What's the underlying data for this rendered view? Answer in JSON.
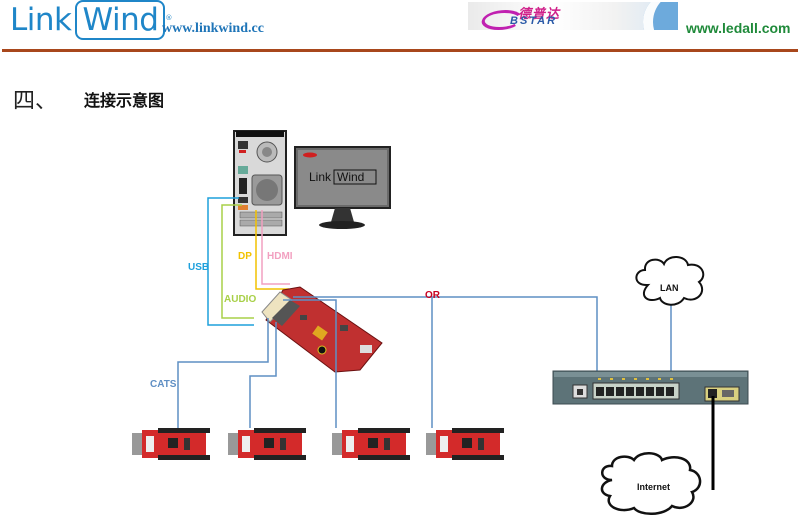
{
  "header": {
    "linkwind_logo": {
      "part1": "Link",
      "part2": "Wind",
      "registered": "®"
    },
    "linkwind_url": "www.linkwind.cc",
    "bstar_logo": {
      "chinese": "德普达",
      "english": "BSTAR"
    },
    "ledall_url": "www.ledall.com",
    "colors": {
      "linkwind_blue": "#1f86c8",
      "ledall_green": "#1f8a3a",
      "divider": "#a8471c"
    }
  },
  "section": {
    "number": "四、",
    "title": "连接示意图"
  },
  "diagram": {
    "monitor_brand": {
      "part1": "Link",
      "part2": "Wind"
    },
    "cables": [
      {
        "label": "USB",
        "color": "#1ea0dc"
      },
      {
        "label": "DP",
        "color": "#f2c200"
      },
      {
        "label": "HDMI",
        "color": "#f2a0c0"
      },
      {
        "label": "AUDIO",
        "color": "#a8d048"
      },
      {
        "label": "CATS",
        "color": "#5f8fc4"
      },
      {
        "label": "OR",
        "color": "#c8001e"
      }
    ],
    "clouds": {
      "lan": "LAN",
      "internet": "Internet"
    },
    "receiver_cards": 4,
    "devices": [
      "computer",
      "monitor",
      "sender-card",
      "network-switch",
      "receiver-card"
    ]
  }
}
